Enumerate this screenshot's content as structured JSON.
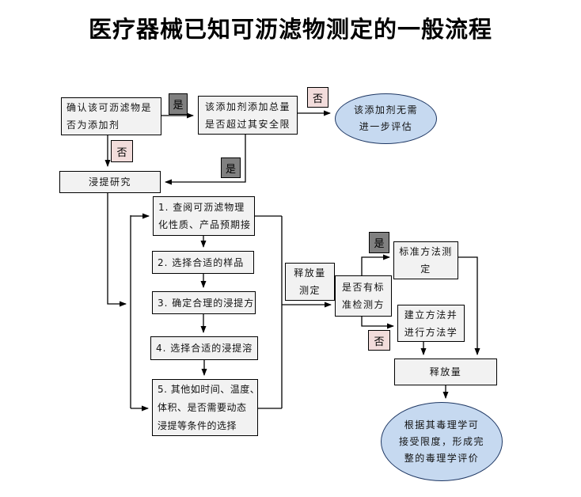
{
  "title": "医疗器械已知可沥滤物测定的一般流程",
  "decision_labels": {
    "yes": "是",
    "no": "否"
  },
  "nodes": {
    "confirm_additive": {
      "lines": [
        "确认该可沥滤物是",
        "否为添加剂"
      ]
    },
    "additive_total": {
      "lines": [
        "该添加剂添加总量",
        "是否超过其安全限"
      ]
    },
    "no_further_eval": {
      "lines": [
        "该添加剂无需",
        "进一步评估"
      ]
    },
    "extraction_study": {
      "lines": [
        "浸提研究"
      ]
    },
    "step1": {
      "lines": [
        "1. 查阅可沥滤物理",
        "化性质、产品预期接"
      ]
    },
    "step2": {
      "lines": [
        "2. 选择合适的样品"
      ]
    },
    "step3": {
      "lines": [
        "3. 确定合理的浸提方"
      ]
    },
    "step4": {
      "lines": [
        "4. 选择合适的浸提溶"
      ]
    },
    "step5": {
      "lines": [
        "5. 其他如时间、温度、",
        "体积、是否需要动态",
        "浸提等条件的选择"
      ]
    },
    "release_determination": {
      "lines": [
        "释放量",
        "测定"
      ]
    },
    "standard_method_question": {
      "lines": [
        "是否有标",
        "准检测方"
      ]
    },
    "standard_method_test": {
      "lines": [
        "标准方法测",
        "定"
      ]
    },
    "establish_method": {
      "lines": [
        "建立方法并",
        "进行方法学"
      ]
    },
    "release_amount": {
      "lines": [
        "释放量"
      ]
    },
    "tox_evaluation": {
      "lines": [
        "根据其毒理学可",
        "接受限度，形成完",
        "整的毒理学评价"
      ]
    }
  },
  "colors": {
    "box_fill": "#f2f2f2",
    "box_border": "#000000",
    "yes_label_fill": "#808080",
    "no_label_fill": "#f2dcdb",
    "ellipse_fill": "#c6d9f0",
    "ellipse_border": "#1f3864",
    "arrow": "#000000"
  }
}
